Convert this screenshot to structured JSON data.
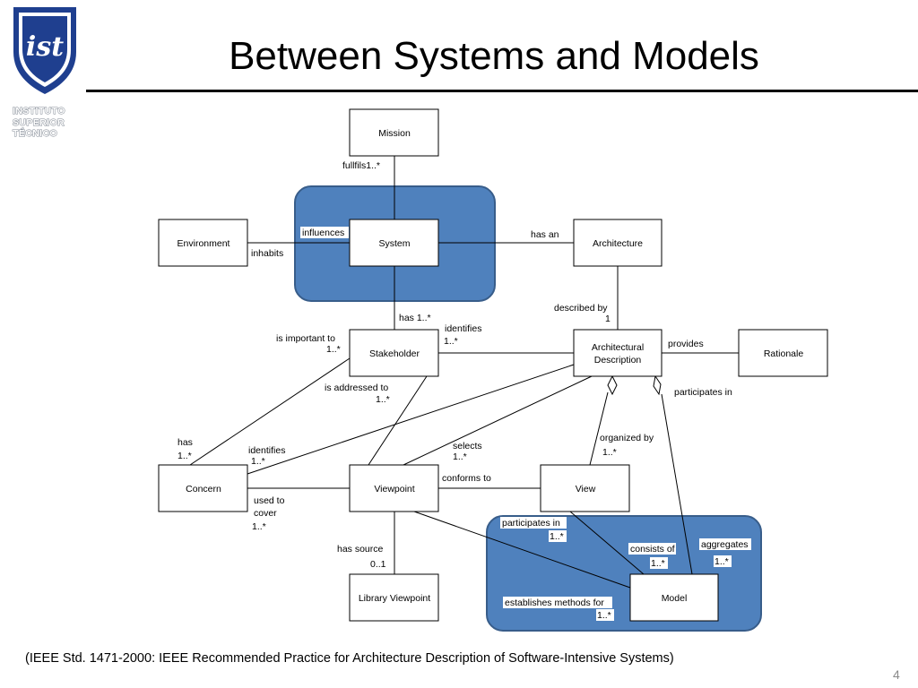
{
  "title": "Between Systems and Models",
  "logo": {
    "monogram": "IST",
    "lines": [
      "INSTITUTO",
      "SUPERIOR",
      "TÉCNICO"
    ]
  },
  "colors": {
    "highlight": "#4f81bd",
    "highlight_border": "#385d8a",
    "logo": "#1f3f8f"
  },
  "diagram": {
    "boxes": {
      "mission": "Mission",
      "environment": "Environment",
      "system": "System",
      "architecture": "Architecture",
      "stakeholder": "Stakeholder",
      "architectural_description_line1": "Architectural",
      "architectural_description_line2": "Description",
      "rationale": "Rationale",
      "concern": "Concern",
      "viewpoint": "Viewpoint",
      "view": "View",
      "library_viewpoint": "Library Viewpoint",
      "model": "Model"
    },
    "relations": {
      "fullfils": "fullfils1..*",
      "influences": "influences",
      "inhabits": "inhabits",
      "has_an": "has an",
      "described_by": "described by",
      "described_by_mult": "1",
      "has_stakeholder": "has  1..*",
      "identifies_top": "identifies",
      "identifies_top_mult": "1..*",
      "is_important_to": "is important to",
      "is_important_to_mult": "1..*",
      "provides": "provides",
      "is_addressed_to": "is addressed to",
      "is_addressed_to_mult": "1..*",
      "participates_in_rationale": "participates in",
      "has_concern": "has",
      "has_concern_mult": "1..*",
      "identifies_concern": "identifies",
      "identifies_concern_mult": "1..*",
      "selects": "selects",
      "selects_mult": "1..*",
      "organized_by": "organized by",
      "organized_by_mult": "1..*",
      "conforms_to": "conforms to",
      "used_to_cover_1": "used to",
      "used_to_cover_2": "cover",
      "used_to_cover_mult": "1..*",
      "participates_in_model": "participates in",
      "participates_in_model_mult": "1..*",
      "has_source": "has source",
      "has_source_mult": "0..1",
      "consists_of": "consists of",
      "consists_of_mult": "1..*",
      "aggregates": "aggregates",
      "aggregates_mult": "1..*",
      "establishes_methods_for": "establishes methods for",
      "establishes_methods_for_mult": "1..*"
    }
  },
  "footer": "(IEEE Std. 1471-2000: IEEE Recommended Practice for Architecture Description of Software-Intensive Systems)",
  "page_number": "4"
}
